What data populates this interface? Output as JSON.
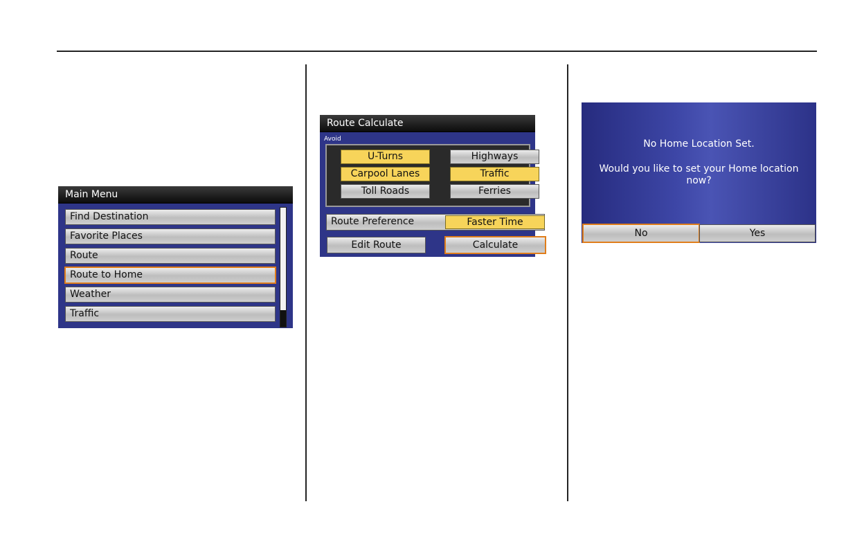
{
  "main_menu": {
    "title": "Main Menu",
    "items": [
      "Find Destination",
      "Favorite Places",
      "Route",
      "Route to Home",
      "Weather",
      "Traffic"
    ],
    "selected": "Route to Home"
  },
  "route_calculate": {
    "title": "Route Calculate",
    "avoid_label": "Avoid",
    "avoid_options": [
      {
        "label": "U-Turns",
        "on": true
      },
      {
        "label": "Highways",
        "on": false
      },
      {
        "label": "Carpool Lanes",
        "on": true
      },
      {
        "label": "Traffic",
        "on": true
      },
      {
        "label": "Toll Roads",
        "on": false
      },
      {
        "label": "Ferries",
        "on": false
      }
    ],
    "preference_label": "Route Preference",
    "preference_value": "Faster Time",
    "edit_route": "Edit Route",
    "calculate": "Calculate"
  },
  "dialog": {
    "line1": "No Home Location Set.",
    "line2": "Would you like to set your Home location",
    "line3": "now?",
    "no": "No",
    "yes": "Yes"
  },
  "colors": {
    "panel": "#2e3588",
    "selected_fill": "#f7d45a",
    "highlight_outline": "#e07d1a"
  }
}
